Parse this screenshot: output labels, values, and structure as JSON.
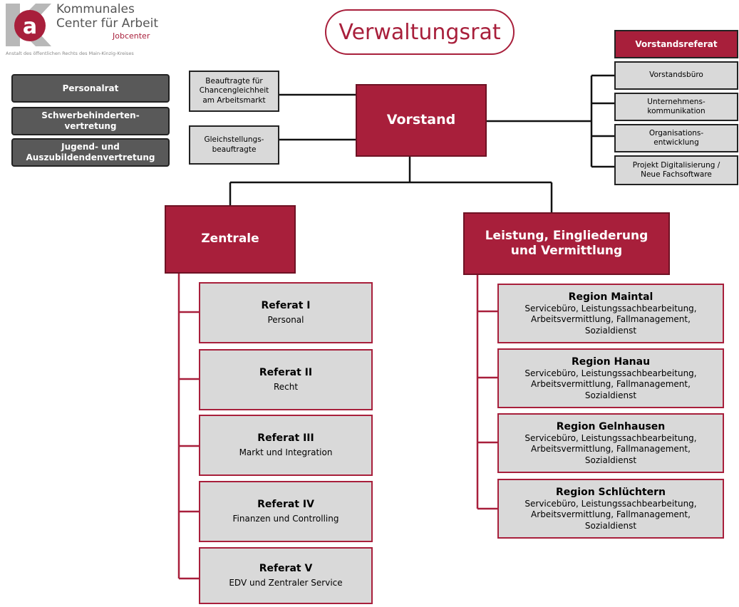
{
  "logo": {
    "line1": "Kommunales",
    "line2": "Center für Arbeit",
    "jobcenter": "Jobcenter",
    "tagline": "Anstalt des öffentlichen Rechts des Main-Kinzig-Kreises",
    "brand_color": "#a81f3b"
  },
  "title": "Verwaltungsrat",
  "left_boxes": [
    "Personalrat",
    "Schwerbehinderten-\nvertretung",
    "Jugend- und\nAuszubildendenvertretung"
  ],
  "advisors": [
    "Beauftragte für\nChancengleichheit\nam Arbeitsmarkt",
    "Gleichstellungs-\nbeauftragte"
  ],
  "vorstand": "Vorstand",
  "vorstandsreferat": {
    "header": "Vorstandsreferat",
    "items": [
      "Vorstandsbüro",
      "Unternehmens-\nkommunikation",
      "Organisations-\nentwicklung",
      "Projekt Digitalisierung /\nNeue Fachsoftware"
    ]
  },
  "zentrale": {
    "label": "Zentrale",
    "referate": [
      {
        "title": "Referat I",
        "subtitle": "Personal"
      },
      {
        "title": "Referat II",
        "subtitle": "Recht"
      },
      {
        "title": "Referat III",
        "subtitle": "Markt und Integration"
      },
      {
        "title": "Referat IV",
        "subtitle": "Finanzen und Controlling"
      },
      {
        "title": "Referat V",
        "subtitle": "EDV und Zentraler Service"
      }
    ]
  },
  "leistung": {
    "label": "Leistung, Eingliederung\nund Vermittlung",
    "regions": [
      {
        "title": "Region Maintal",
        "desc": "Servicebüro, Leistungssachbearbeitung,\nArbeitsvermittlung, Fallmanagement,\nSozialdienst"
      },
      {
        "title": "Region Hanau",
        "desc": "Servicebüro, Leistungssachbearbeitung,\nArbeitsvermittlung, Fallmanagement,\nSozialdienst"
      },
      {
        "title": "Region Gelnhausen",
        "desc": "Servicebüro, Leistungssachbearbeitung,\nArbeitsvermittlung, Fallmanagement,\nSozialdienst"
      },
      {
        "title": "Region Schlüchtern",
        "desc": "Servicebüro, Leistungssachbearbeitung,\nArbeitsvermittlung, Fallmanagement,\nSozialdienst"
      }
    ]
  }
}
